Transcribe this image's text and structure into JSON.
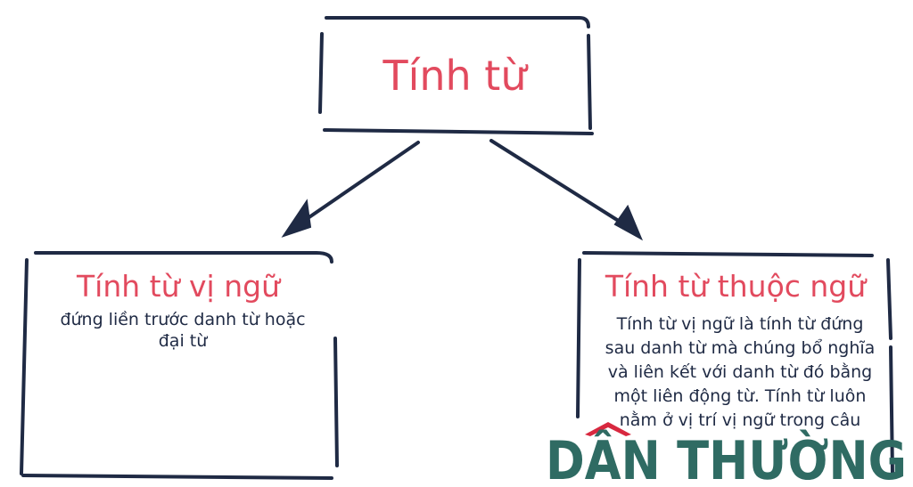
{
  "colors": {
    "title": "#e24a5e",
    "ink": "#1f2a44",
    "logo": "#2f6b63"
  },
  "root": {
    "title": "Tính từ"
  },
  "left": {
    "title": "Tính từ vị ngữ",
    "body": "đứng liền trước danh từ hoặc đại từ"
  },
  "right": {
    "title": "Tính từ thuộc ngữ",
    "body": "Tính từ vị ngữ là tính từ đứng sau danh từ mà chúng bổ nghĩa và liên kết với danh từ đó bằng một liên động từ. Tính từ luôn nằm ở vị trí vị ngữ trong câu"
  },
  "watermark": {
    "text": "DÂN THƯỜNG"
  }
}
